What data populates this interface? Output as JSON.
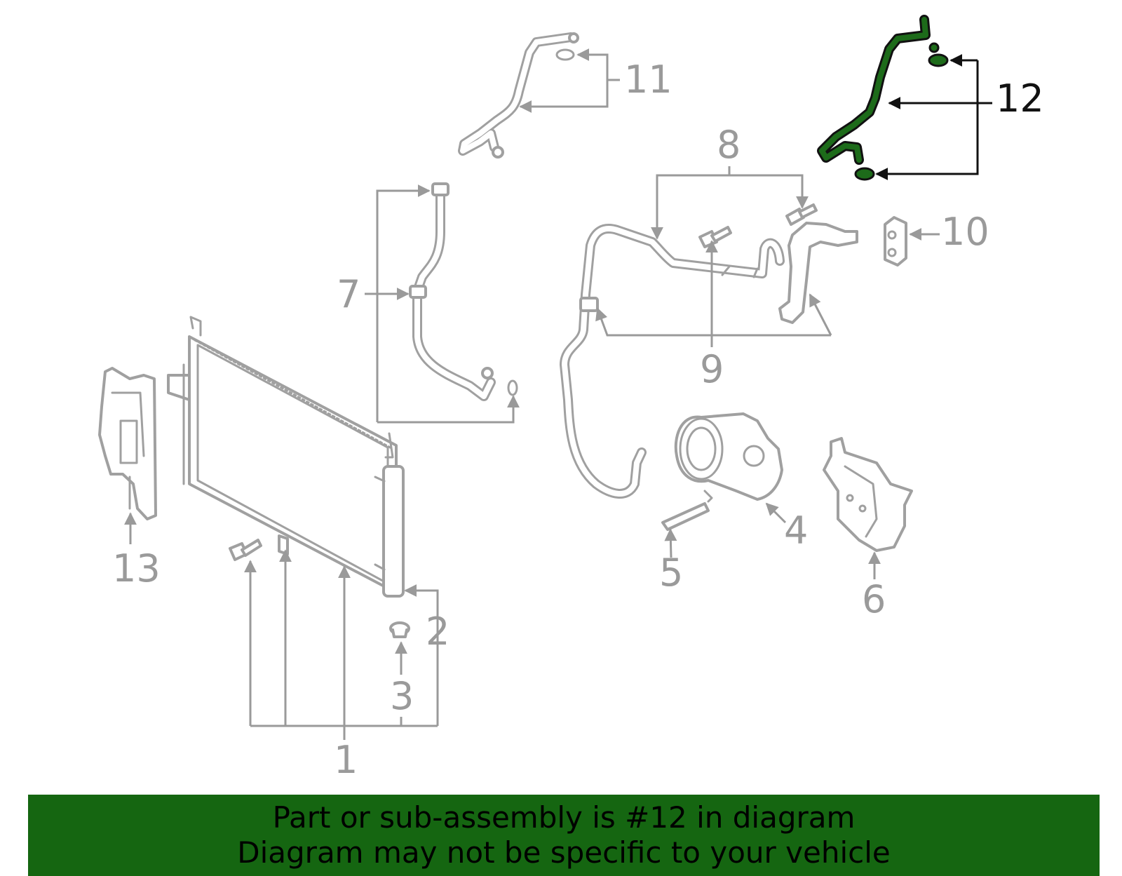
{
  "diagram": {
    "highlighted_part": "12",
    "highlight_color": "#1d6b1a",
    "callouts": {
      "c1": "1",
      "c2": "2",
      "c3": "3",
      "c4": "4",
      "c5": "5",
      "c6": "6",
      "c7": "7",
      "c8": "8",
      "c9": "9",
      "c10": "10",
      "c11": "11",
      "c12": "12",
      "c13": "13"
    }
  },
  "banner": {
    "line1": "Part or sub-assembly is #12 in diagram",
    "line2": "Diagram may not be specific to your vehicle",
    "background": "#156611"
  }
}
